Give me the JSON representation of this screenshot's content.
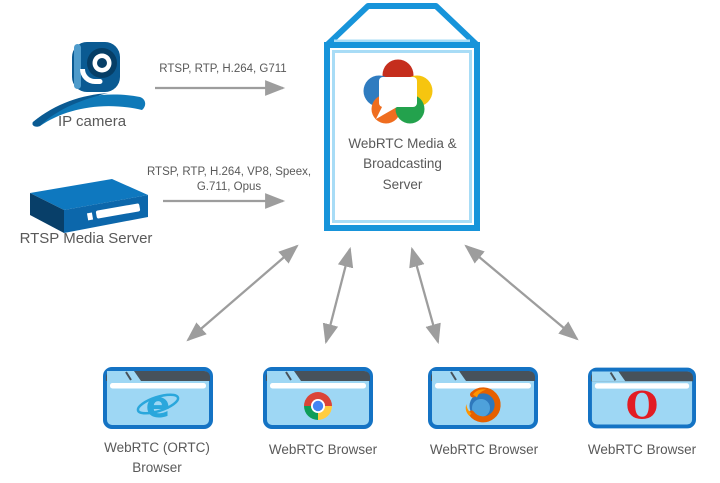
{
  "diagram_title": "WebRTC Media and Broadcasting Server streaming diagram",
  "sources": [
    {
      "label": "IP camera",
      "protocols": "RTSP, RTP, H.264, G711"
    },
    {
      "label": "RTSP Media Server",
      "protocols": "RTSP, RTP, H.264, VP8, Speex,\nG.711, Opus"
    }
  ],
  "server": {
    "label": "WebRTC Media &\nBroadcasting\nServer",
    "logo": "webrtc-logo"
  },
  "browsers": [
    {
      "label": "WebRTC (ORTC)\nBrowser",
      "logo": "internet-explorer-logo"
    },
    {
      "label": "WebRTC Browser",
      "logo": "chrome-logo"
    },
    {
      "label": "WebRTC Browser",
      "logo": "firefox-logo"
    },
    {
      "label": "WebRTC Browser",
      "logo": "opera-logo"
    }
  ],
  "colors": {
    "accent_blue": "#1794DA",
    "accent_blue_light": "#A8DCF6",
    "icon_dark_blue": "#0A5A92",
    "icon_mid_blue": "#0F79B8",
    "browser_border": "#1473C4",
    "browser_fill": "#9ED7F4",
    "tabbar_dark": "#47525B",
    "arrow_gray": "#9D9D9D",
    "text_gray": "#595959",
    "webrtc_red": "#C52E1D",
    "webrtc_blue": "#2F7CC0",
    "webrtc_yellow": "#F6C50F",
    "webrtc_orange": "#EF6D1F",
    "webrtc_green": "#23A24D",
    "opera_red": "#E21C23",
    "ie_blue": "#2AA7DC"
  }
}
